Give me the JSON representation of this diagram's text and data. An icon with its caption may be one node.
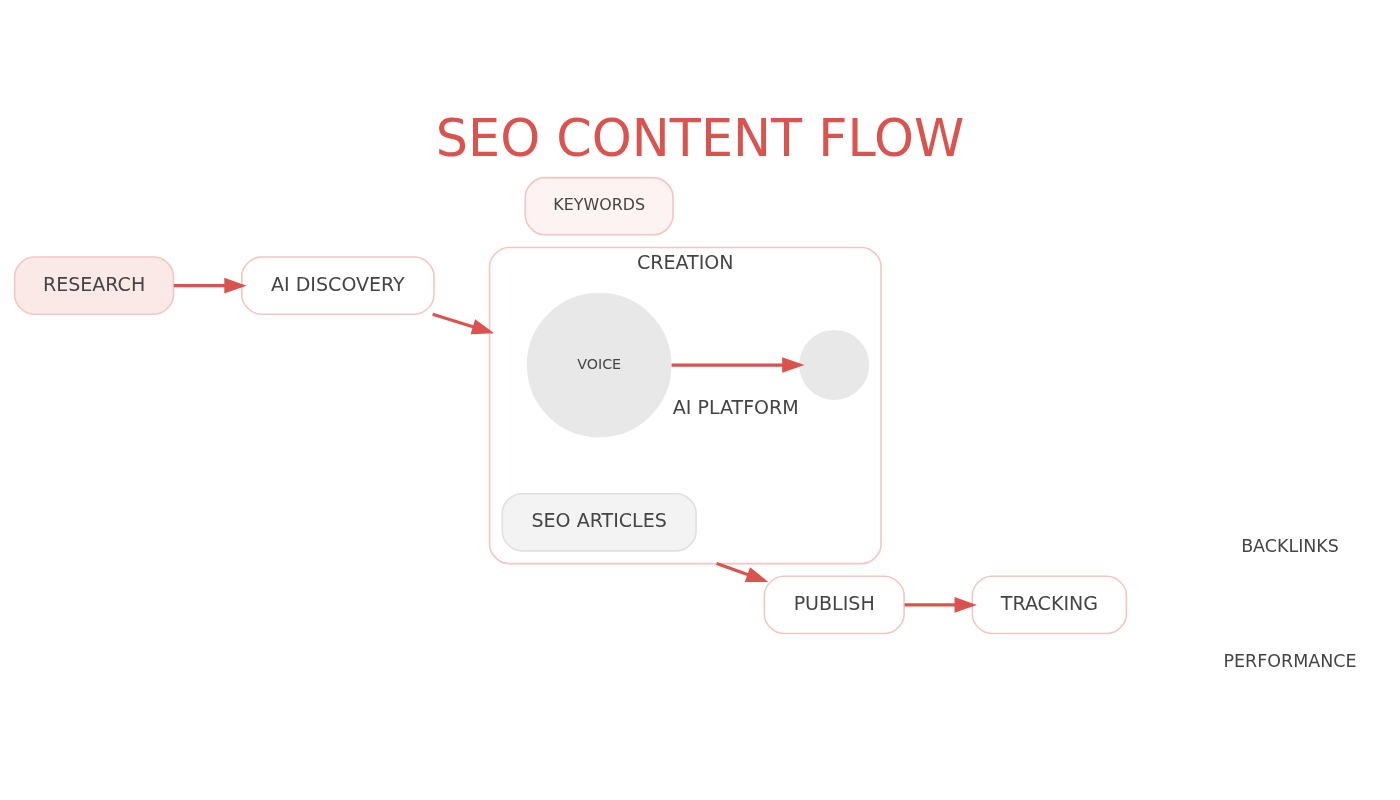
{
  "diagram": {
    "title": "SEO CONTENT FLOW",
    "nodes": [
      {
        "text": [
          "RESEARCH"
        ]
      },
      {
        "text": [
          "AI DISCOVERY"
        ]
      },
      {
        "text": [
          "KEYWORDS"
        ]
      },
      {
        "text": [
          "CREATION"
        ]
      },
      {
        "text": [
          "VOICE"
        ],
        "in": 3
      },
      {
        "text": [],
        "shape": "circle",
        "in": 3,
        "beside": [
          "AI PLATFORM"
        ]
      },
      {
        "text": [
          "SEO ARTICLES"
        ],
        "in": 3
      },
      {
        "text": [
          "PUBLISH"
        ]
      },
      {
        "text": [
          "TRACKING"
        ]
      }
    ],
    "edges": [
      {
        "from": 0,
        "to": 1,
        "arrow": "to"
      },
      {
        "from": 1,
        "to": 3,
        "arrow": "to"
      },
      {
        "from": 4,
        "to": 5,
        "arrow": "to"
      },
      {
        "from": 3,
        "to": 7,
        "arrow": "to"
      },
      {
        "from": 7,
        "to": 8,
        "arrow": "to"
      }
    ],
    "labels": [
      "BACKLINKS",
      "PERFORMANCE"
    ]
  }
}
